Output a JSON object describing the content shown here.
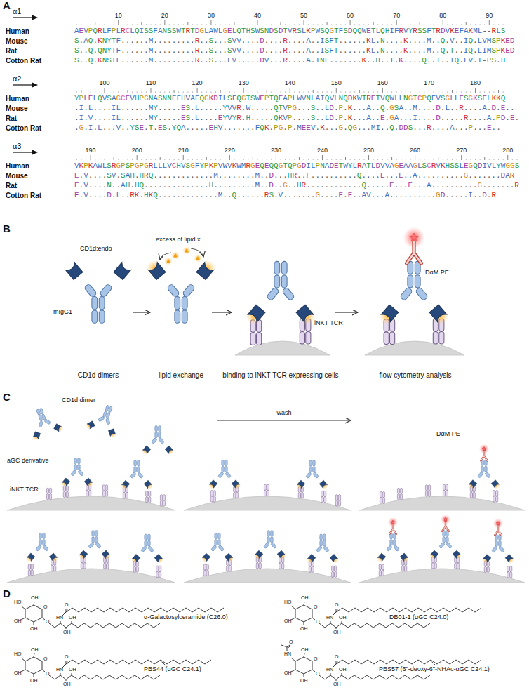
{
  "diagram": {
    "labels": [
      "A",
      "α1",
      "10",
      "20",
      "30",
      "40",
      "50",
      "60",
      "70",
      "80",
      "90",
      "Human",
      "AEVPQRLFPLRCLQISSFANSSWTRTDGLAWLGELQTHSWSNDSDTVRSLKPWSQGTFSDQQWETLQHIFRVYRSSFTRDVKEFAKML--RLS",
      "Mouse",
      "S.AQ.KNYTF......M.........R..S...SVV....D....R....A..ISFT......KL.N....K....M..Q.V..IQ.LVMSPKED",
      "Rat",
      "S..Q.QNYTF......M.........R..S...SVV....D....R....A..ISFT......KL.N....K....M..Q.T..IQ.LIMSPKED",
      "Cotton Rat",
      "S..Q.KNSTF......M.........R..S...FV.....DV...R....A.INF.......K..H..I.K....Q..I..IQ.LV.I-PS.H",
      "α2",
      "100",
      "110",
      "120",
      "130",
      "140",
      "150",
      "160",
      "170",
      "180",
      "Human",
      "YPLELQVSAGCEVHPGNASNNFFHVAFQGKDILSFQGTSWEPTQEAPLWVNLAIQVLNQDKWTRETVQWLLNGTCPQFVSGLLESGKSELKKQ",
      "Mouse",
      ".I.L....IL......MY.....ES.L.....YVVR.W.....QTVPG...S..LD.P.K...A..Q.GSA..M....D.L..R....A.D.E..",
      "Rat",
      ".I.V....IL......MY.....ES.L....EYVYR.H.....QKVP....S..LD.P.K...A..E.GA...I....D.....R....A.PD.E.",
      "Cotton Rat",
      ".G.I.L...V..YSE.T.ES.YQA.....EHV.......FQK.PG.P.MEEV.K...G.QG...MI..Q.DDS...R....A...P...E..",
      "α3",
      "190",
      "200",
      "210",
      "220",
      "230",
      "240",
      "250",
      "260",
      "270",
      "280",
      "Human",
      "VKPKAWLSRGPSPGPGRLLLVCHVSGFYPKPVWVKWMRGEQEQQGTQPGDILPNADETWYLRATLDVVAGEAAGLSCRVKHSSLEGQDIVLYWGGS",
      "Mouse",
      "E.V....SV.SAH.HRQ.............M........M..D...HR..F..........Q....E...E..A..........G.......DAR",
      "Rat",
      "E.V....N..AH.HQ..............H.........M..D..G..HR............Q.....E...E...A..........G.......R",
      "Cotton Rat",
      "E.V....D.L..RK.HKQ.............M..Q......RS.V.......G....E.E..AV...A..........GD.....I..D.R",
      "B",
      "CD1d:endo",
      "mIgG1",
      "excess of lipid x",
      "iNKT TCR",
      "DαM PE",
      "CD1d dimers",
      "lipid exchange",
      "binding to iNKT TCR expressing cells",
      "flow cytometry analysis",
      "C",
      "CD1d dimer",
      "aGC derivative",
      "iNKT TCR",
      "wash",
      "DαM PE",
      "D",
      "HO",
      "OH",
      "OH",
      "OH",
      "O",
      "O",
      "HN",
      "O",
      "OH",
      "OH",
      "α-Galactosylceramide (C26:0)",
      "HO",
      "OH",
      "OH",
      "OH",
      "O",
      "O",
      "HN",
      "O",
      "OH",
      "OH",
      "DB01-1 (αGC C24:0)",
      "HO",
      "OH",
      "OH",
      "OH",
      "O",
      "O",
      "HN",
      "O",
      "OH",
      "OH",
      "PBS44 (αGC C24:1)",
      "HN",
      "OH",
      "OH",
      "OH",
      "O",
      "O",
      "HN",
      "O",
      "OH",
      "OH",
      "O",
      "PBS57 (6\"-deoxy-6\"-NHAc-αGC C24:1)"
    ]
  }
}
